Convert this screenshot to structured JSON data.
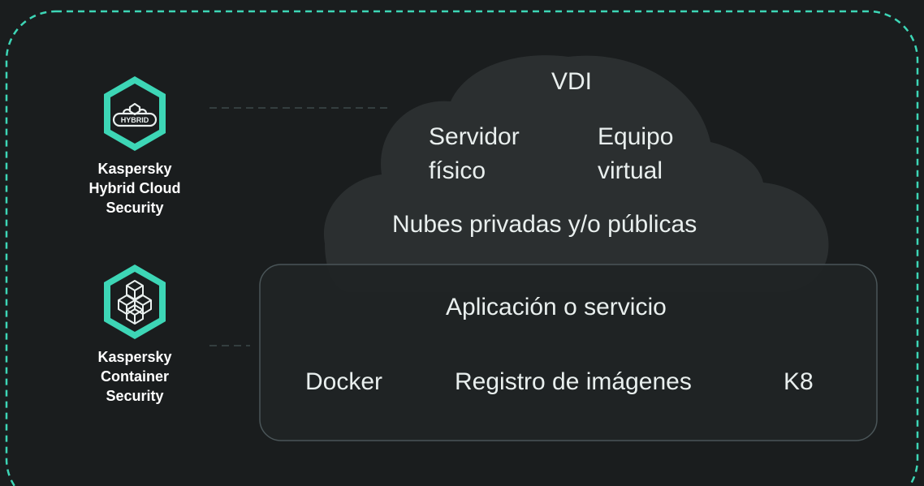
{
  "products": [
    {
      "id": "hybrid",
      "icon": "hybrid-cloud-icon",
      "badge": "HYBRID",
      "lines": [
        "Kaspersky",
        "Hybrid Cloud",
        "Security"
      ]
    },
    {
      "id": "container",
      "icon": "containers-cubes-icon",
      "lines": [
        "Kaspersky",
        "Container",
        "Security"
      ]
    }
  ],
  "cloud": {
    "vdi": "VDI",
    "physical_server": [
      "Servidor",
      "físico"
    ],
    "virtual_machine": [
      "Equipo",
      "virtual"
    ],
    "clouds": "Nubes privadas y/o públicas"
  },
  "app_box": {
    "title": "Aplicación o servicio",
    "items": [
      "Docker",
      "Registro de imágenes",
      "K8"
    ]
  },
  "colors": {
    "background": "#1a1d1e",
    "accent": "#3dd6b6",
    "cloud_fill": "#2b2f30",
    "text": "#e9efee"
  }
}
